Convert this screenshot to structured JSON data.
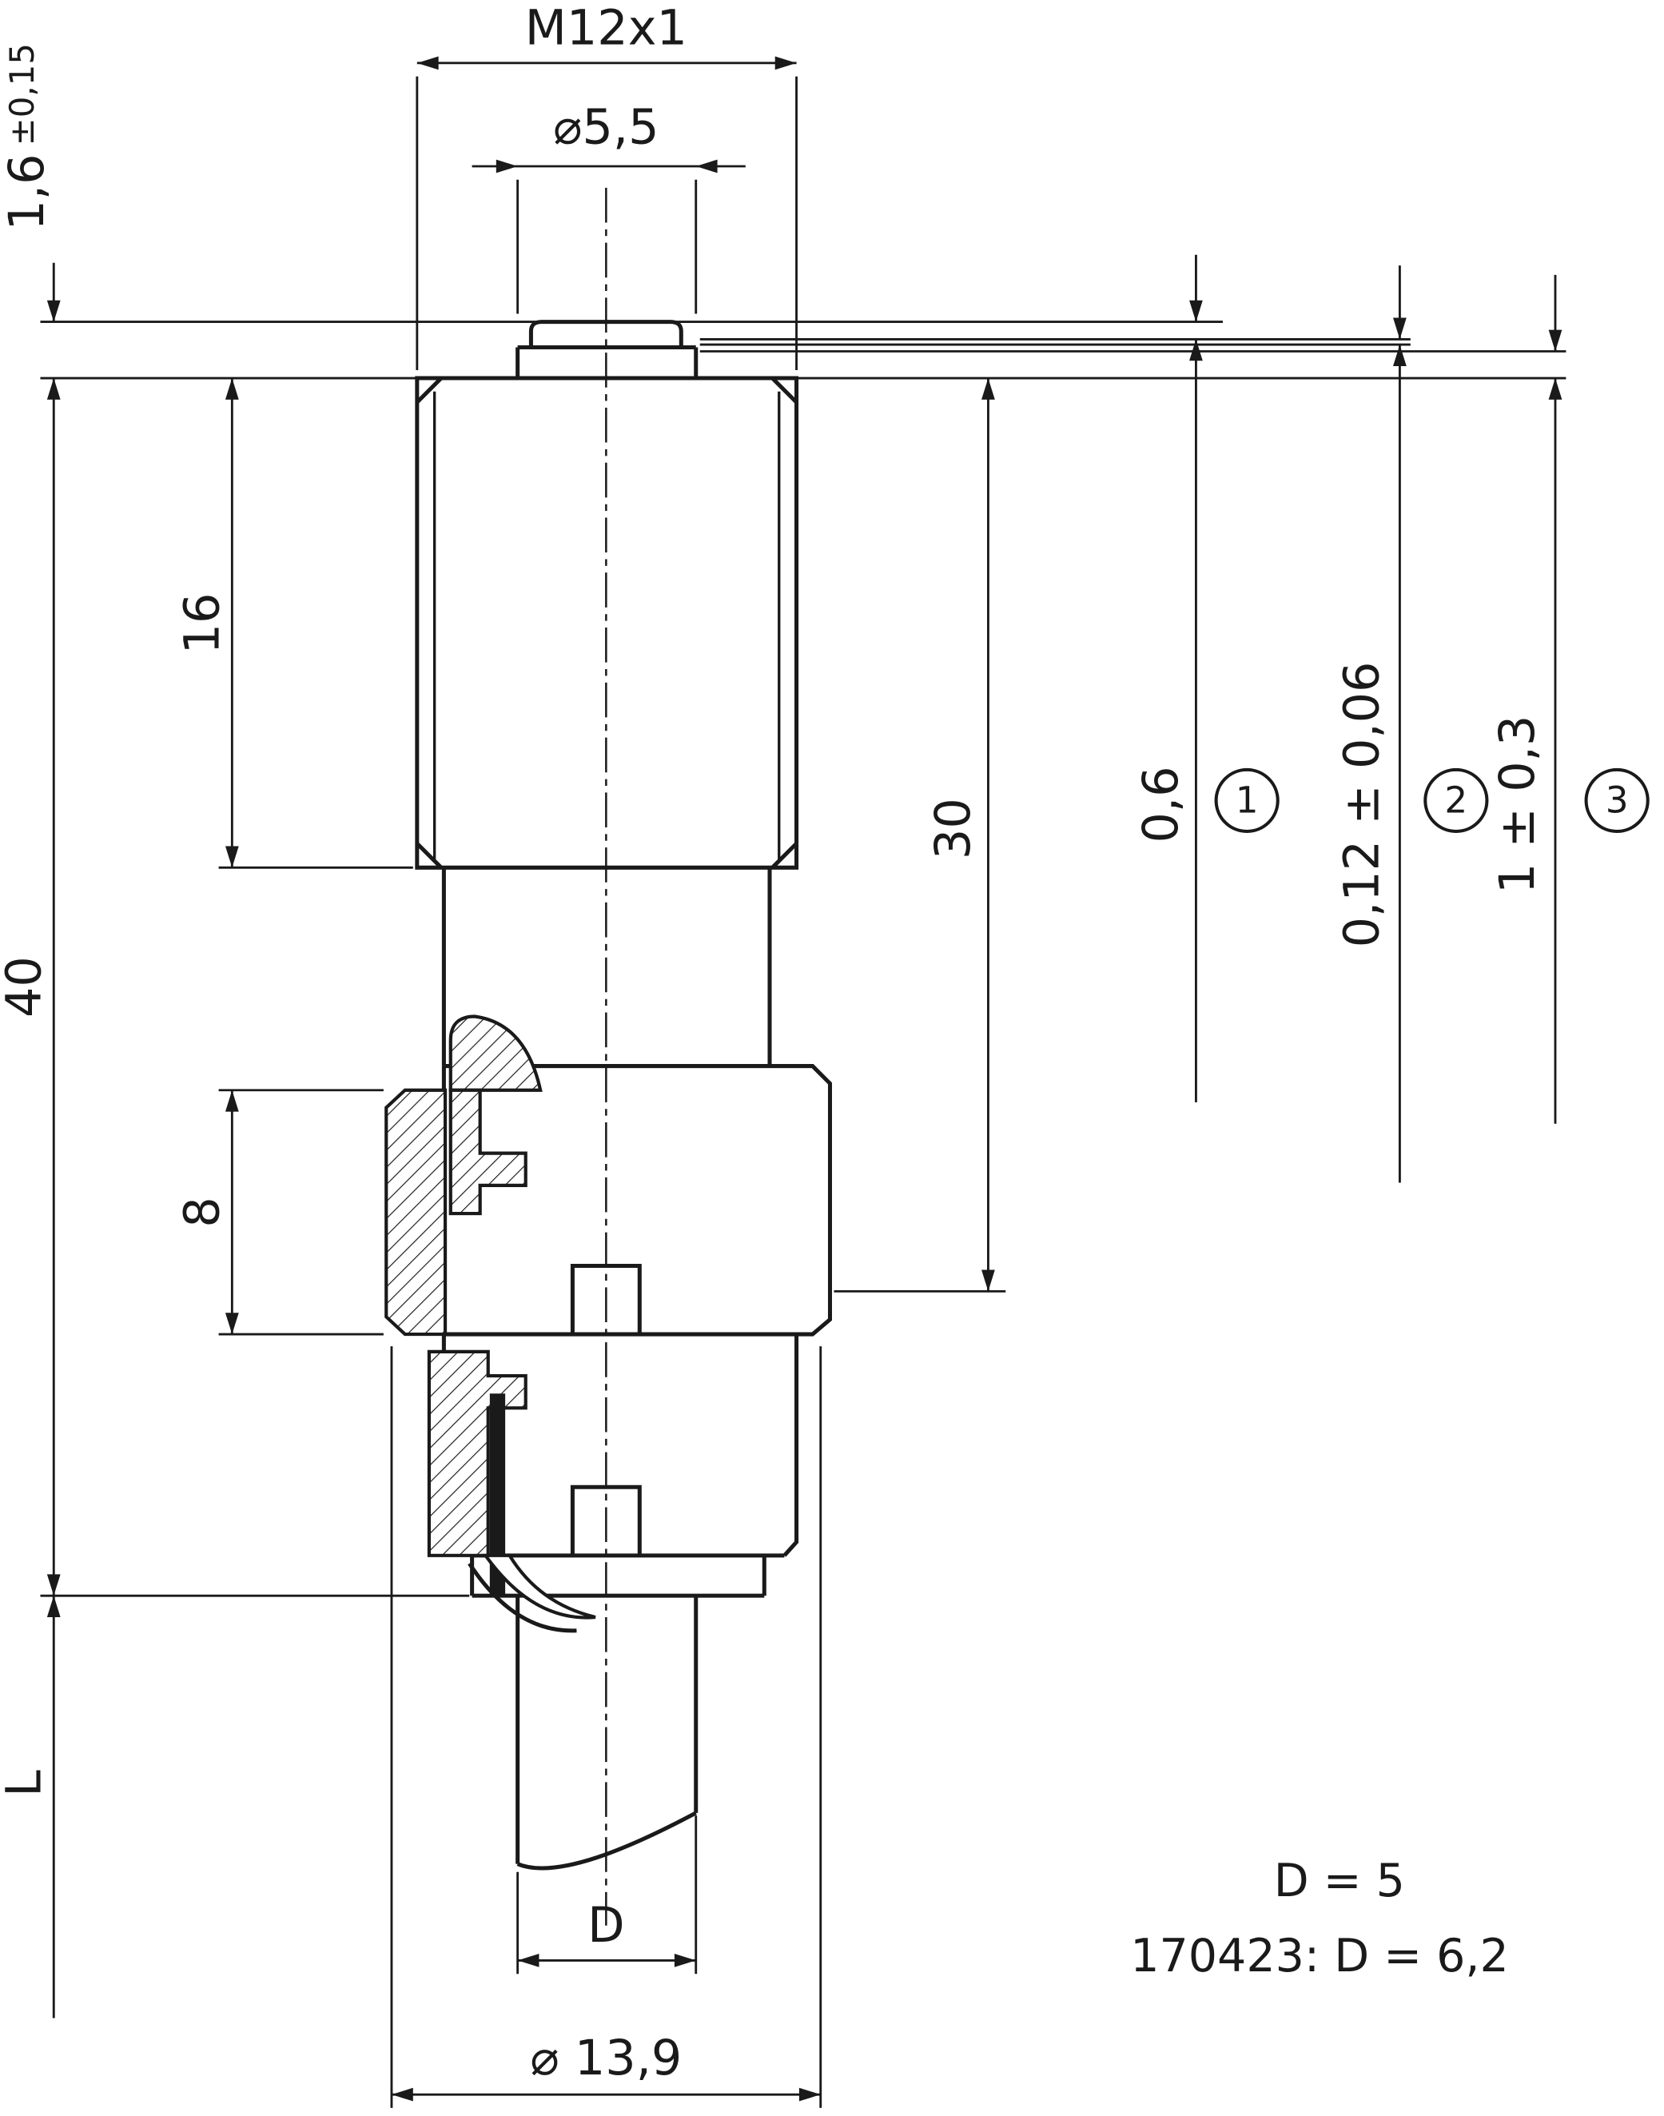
{
  "colors": {
    "ink": "#1a1a1a",
    "background": "#ffffff"
  },
  "dimensions": {
    "thread": "M12x1",
    "tip_diameter": "⌀5,5",
    "cap_height_value": "1,6",
    "cap_height_tolerance": "±0,15",
    "thread_length": "16",
    "overall_length": "40",
    "clamp_width": "8",
    "free_length": "L",
    "body_length": "30",
    "gap_1": "0,6",
    "gap_2": "0,12 ± 0,06",
    "gap_3": "1 ± 0,3",
    "cable_diameter": "D",
    "flange_diameter": "⌀ 13,9"
  },
  "callouts": {
    "c1": "1",
    "c2": "2",
    "c3": "3"
  },
  "notes": {
    "line1": "D = 5",
    "line2": "170423:  D = 6,2"
  }
}
